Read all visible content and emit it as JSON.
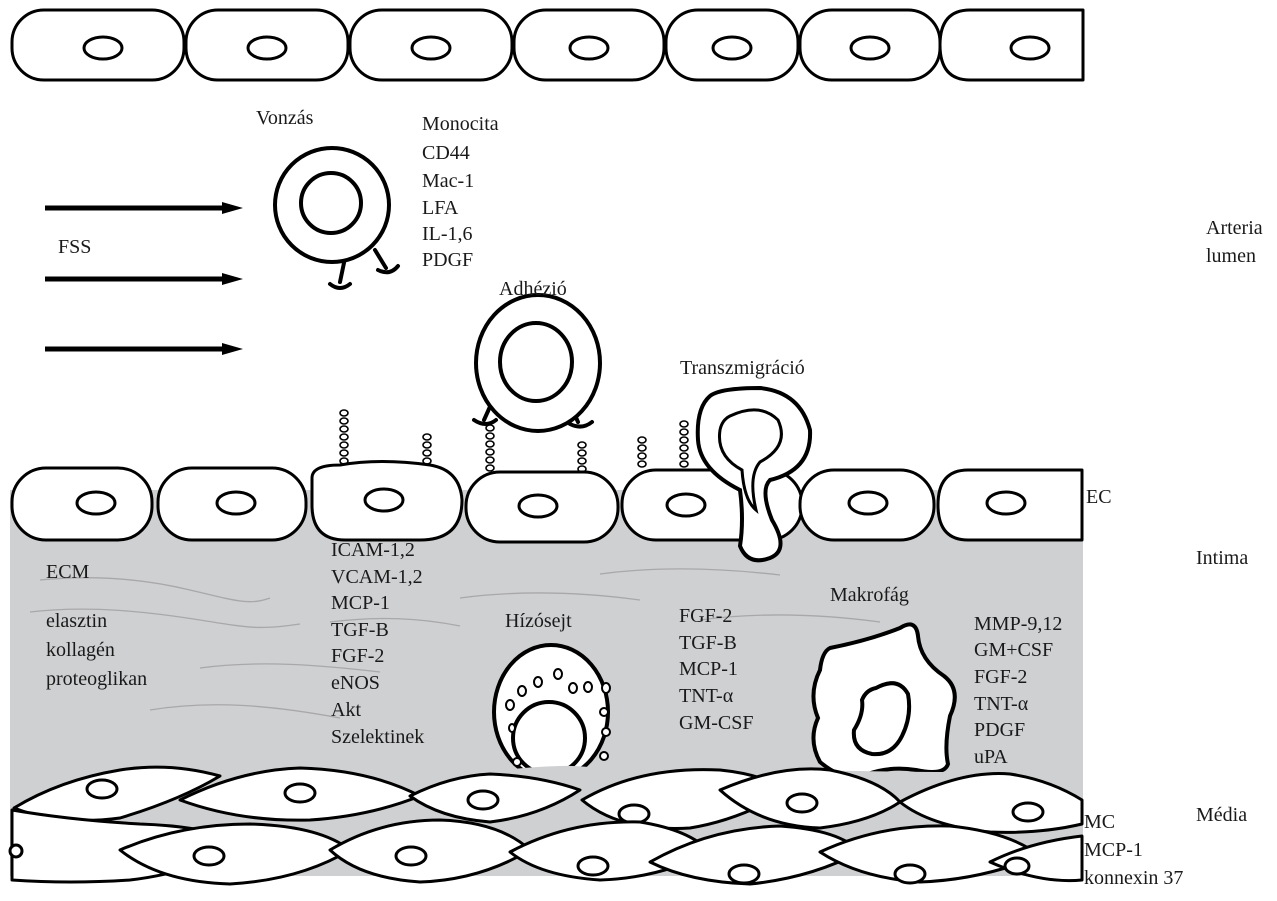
{
  "labels": {
    "vonzas": "Vonzás",
    "adhezio": "Adhézió",
    "transzmigracio": "Transzmigráció",
    "fss": "FSS",
    "arteria_lumen": [
      "Arteria",
      "lumen"
    ],
    "ec": "EC",
    "intima": "Intima",
    "media": "Média",
    "ecm": "ECM",
    "hizosejt": "Hízósejt",
    "makrofag": "Makrofág"
  },
  "monocyte_factors": [
    "Monocita",
    "CD44",
    "Mac-1",
    "LFA",
    "IL-1,6",
    "PDGF"
  ],
  "ecm_components": [
    "elasztin",
    "kollagén",
    "proteoglikan"
  ],
  "endothelial_factors": [
    "ICAM-1,2",
    "VCAM-1,2",
    "MCP-1",
    "TGF-B",
    "FGF-2",
    "eNOS",
    "Akt",
    "Szelektinek"
  ],
  "mast_cell_factors": [
    "FGF-2",
    "TGF-B",
    "MCP-1",
    "TNT-α",
    "GM-CSF"
  ],
  "macrophage_factors": [
    "MMP-9,12",
    "GM+CSF",
    "FGF-2",
    "TNT-α",
    "PDGF",
    "uPA"
  ],
  "media_factors": [
    "MC",
    "MCP-1",
    "konnexin 37"
  ]
}
